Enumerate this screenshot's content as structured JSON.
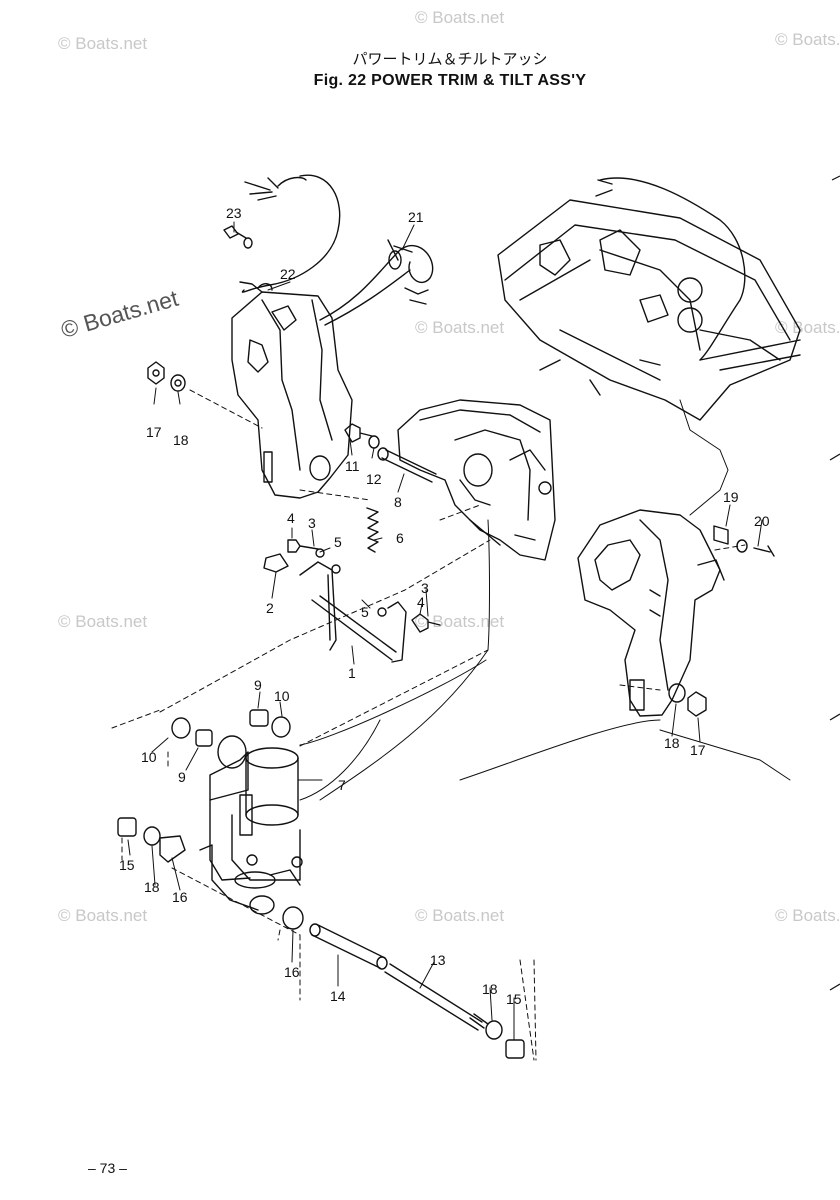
{
  "title_jp": "パワートリム＆チルトアッシ",
  "title_en": "Fig. 22   POWER TRIM & TILT ASS'Y",
  "page_number": "– 73 –",
  "watermark": "© Boats.net",
  "callouts": [
    "1",
    "2",
    "3",
    "3",
    "4",
    "4",
    "5",
    "5",
    "6",
    "7",
    "8",
    "9",
    "9",
    "10",
    "10",
    "11",
    "12",
    "13",
    "14",
    "15",
    "15",
    "16",
    "16",
    "17",
    "17",
    "18",
    "18",
    "18",
    "18",
    "19",
    "20",
    "21",
    "22",
    "23"
  ]
}
